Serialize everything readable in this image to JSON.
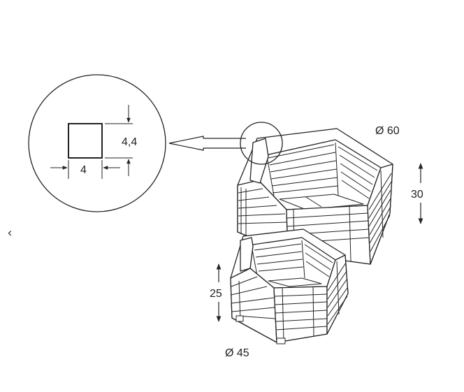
{
  "diagram": {
    "detail_height_label": "4,4",
    "detail_width_label": "4",
    "large_diameter_label": "Ø 60",
    "large_height_label": "30",
    "small_height_label": "25",
    "small_diameter_label": "Ø 45"
  },
  "nav": {
    "prev_glyph": "‹",
    "prev_icon": "chevron-left-icon"
  },
  "colors": {
    "line": "#222222",
    "background": "#ffffff"
  }
}
